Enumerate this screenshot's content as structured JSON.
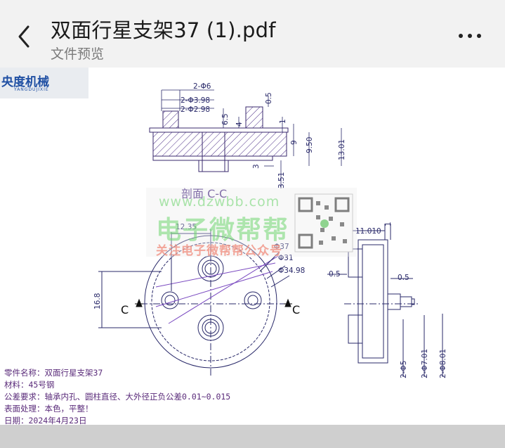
{
  "header": {
    "title": "双面行星支架37 (1).pdf",
    "subtitle": "文件预览"
  },
  "icons": {
    "back": "chevron-left-icon",
    "more": "more-horizontal-icon"
  },
  "logo": {
    "main": "央度机械",
    "sub": "YANGDUJIXIE"
  },
  "watermark": {
    "site": "www.dzwbb.com",
    "name": "电子微帮帮",
    "follow": "关注电子微帮帮公众号"
  },
  "drawing": {
    "section_label": "剖面 C-C",
    "top_dims": {
      "d6": "2-Φ6",
      "d398": "2-Φ3.98",
      "d298": "2-Φ2.98",
      "h65": "6.5",
      "h4": "4",
      "h05": "0.5",
      "h1": "1",
      "h9": "9",
      "h95": "9.50",
      "h1301": "13.01",
      "h3": "3",
      "h351": "3.51"
    },
    "front_dims": {
      "w1235": "12.35",
      "d37": "Φ37",
      "d31": "Φ31",
      "d3498": "Φ34.98",
      "h168": "16.8",
      "cut_left": "C",
      "cut_right": "C"
    },
    "side_dims": {
      "w11010": "11.010",
      "t1": "1",
      "s05a": "0.5",
      "s05b": "0.5",
      "d5": "2-Φ5",
      "d701": "2-Φ7.01",
      "d801": "2-Φ8.01"
    }
  },
  "notes": [
    "零件名称：双面行星支架37",
    "材料：45号钢",
    "公差要求：轴承内孔、圆柱直径、大外径正负公差0.01~0.015",
    "表面处理：本色，平整！",
    "日期：2024年4月23日"
  ]
}
